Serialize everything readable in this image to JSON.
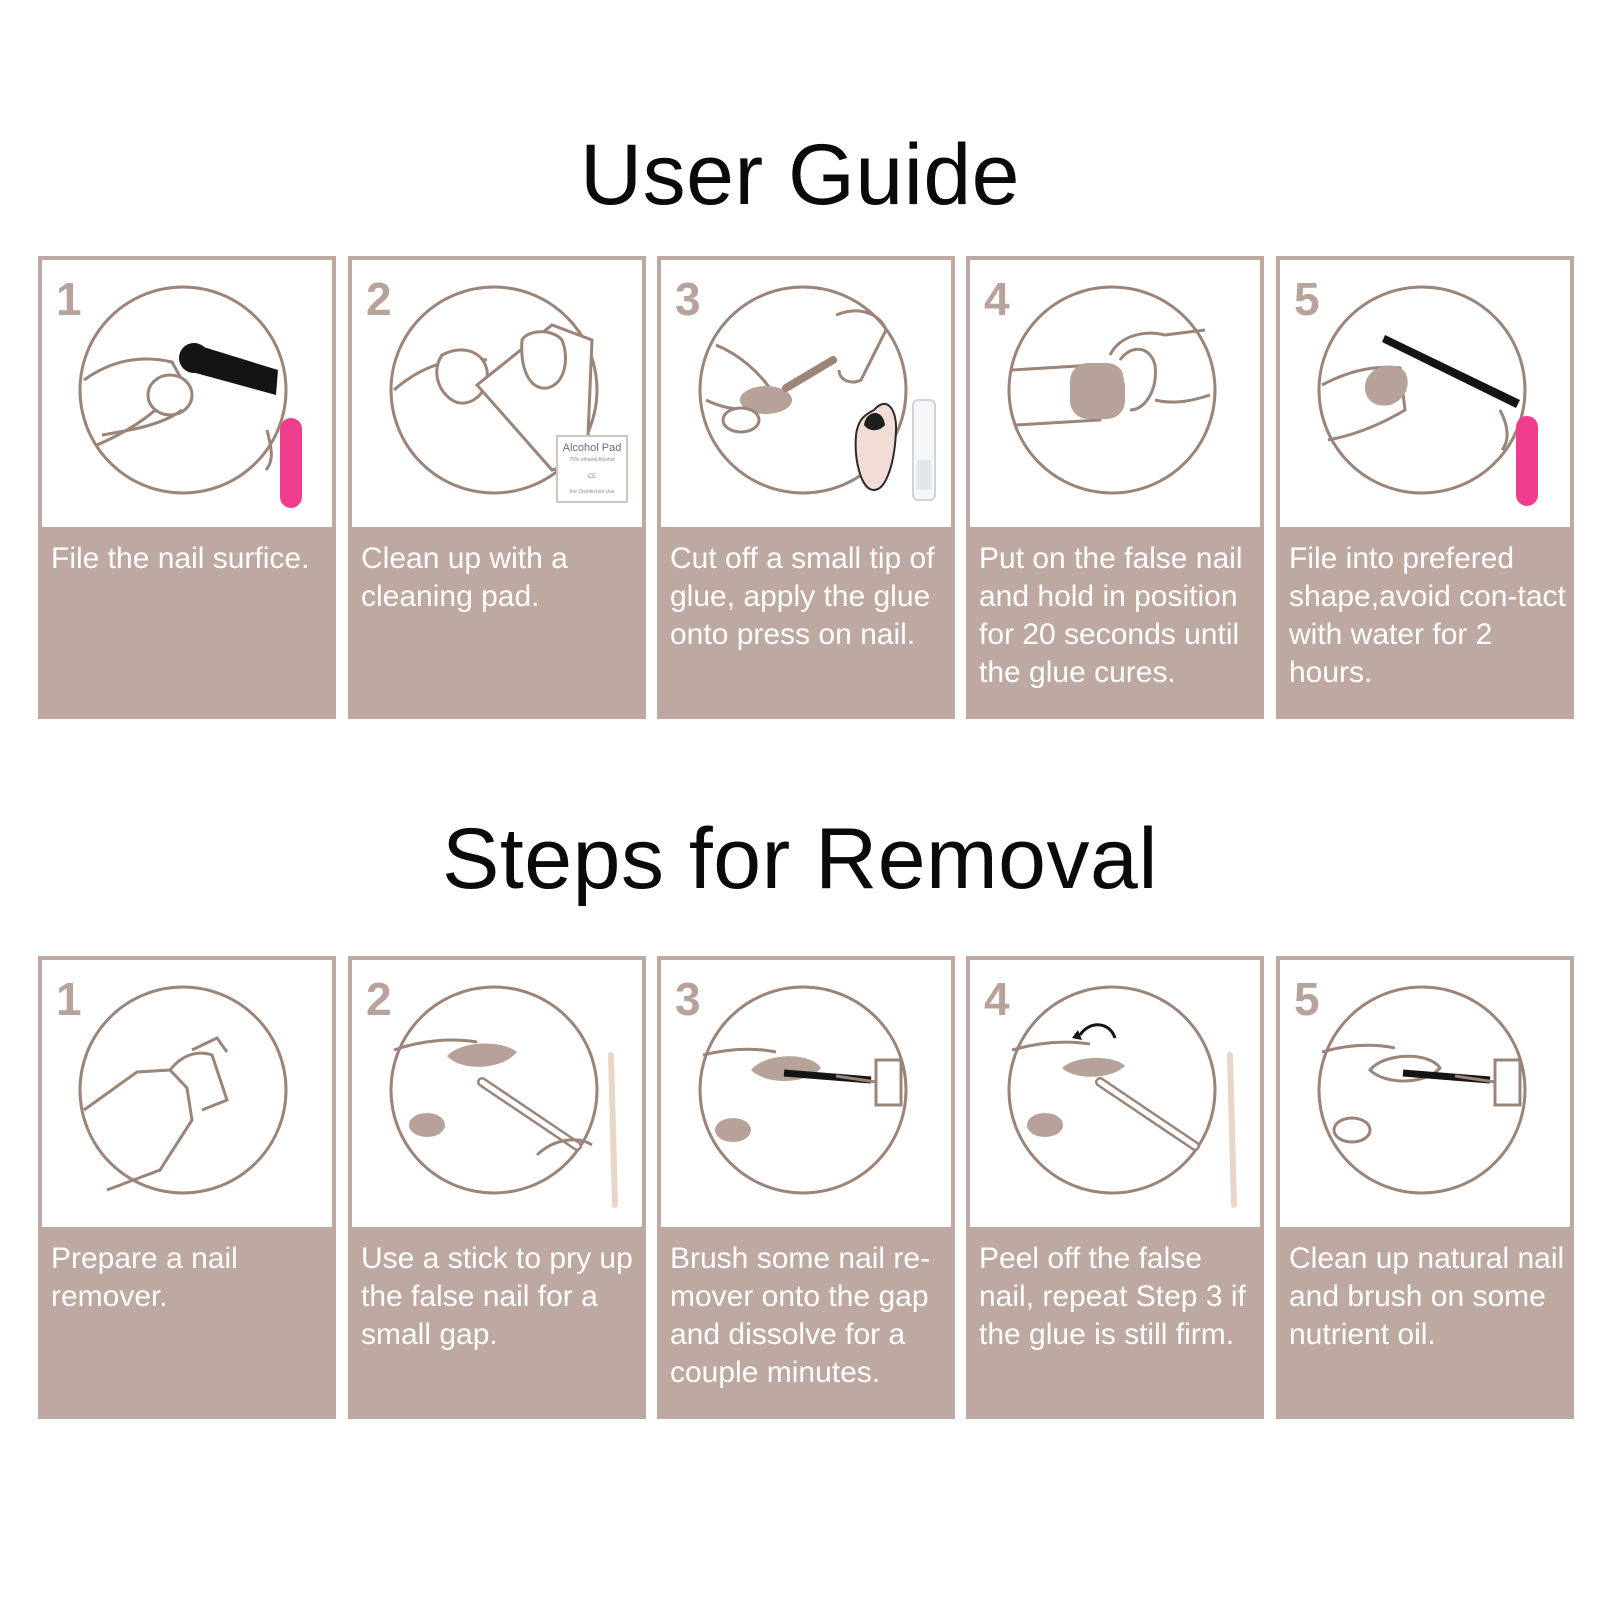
{
  "guide": {
    "title": "User Guide",
    "steps": [
      {
        "number": "1",
        "text": "File the nail surfice.",
        "icon": "nail-file-icon"
      },
      {
        "number": "2",
        "text": "Clean up with a cleaning pad.",
        "icon": "cleaning-pad-icon",
        "pad": {
          "title": "Alcohol Pad",
          "sub": "75% ethanol Alcohol",
          "mark": "CE",
          "foot": "For Disinfection Use"
        }
      },
      {
        "number": "3",
        "text": "Cut off a small tip of glue, apply the glue onto press on nail.",
        "icon": "glue-icon"
      },
      {
        "number": "4",
        "text": "Put on the false nail and hold in position for 20 seconds until the glue cures.",
        "icon": "press-nail-icon"
      },
      {
        "number": "5",
        "text": "File into prefered shape,avoid con-tact with water for 2 hours.",
        "icon": "shape-file-icon"
      }
    ]
  },
  "removal": {
    "title": "Steps for Removal",
    "steps": [
      {
        "number": "1",
        "text": "Prepare a nail remover.",
        "icon": "remover-bottle-icon"
      },
      {
        "number": "2",
        "text": "Use a stick to pry up the false nail for a small gap.",
        "icon": "cuticle-stick-icon"
      },
      {
        "number": "3",
        "text": "Brush some nail re-mover onto the gap and dissolve for a couple minutes.",
        "icon": "brush-remover-icon"
      },
      {
        "number": "4",
        "text": "Peel off the false nail, repeat Step 3 if the glue is still firm.",
        "icon": "peel-nail-icon"
      },
      {
        "number": "5",
        "text": "Clean up natural nail and brush on some nutrient oil.",
        "icon": "nutrient-oil-icon"
      }
    ]
  },
  "colors": {
    "accent": "#bda9a1",
    "line": "#9b8478",
    "nail": "#b6a299",
    "pink": "#ef3e8d",
    "text": "#0a0a0a"
  }
}
